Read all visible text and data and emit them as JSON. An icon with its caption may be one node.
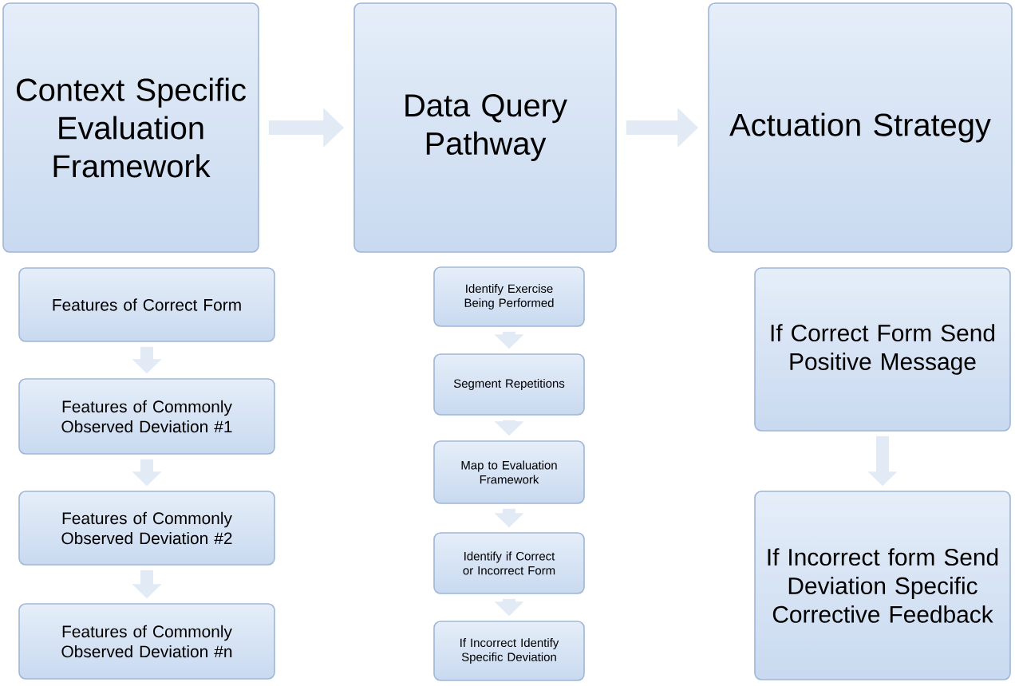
{
  "diagram": {
    "nodes": [
      {
        "text": [
          "Context Specific Evaluation Framework"
        ]
      },
      {
        "text": [
          "Data Query Pathway"
        ]
      },
      {
        "text": [
          "Actuation Strategy"
        ]
      },
      {
        "text": [
          "Features of Correct Form"
        ]
      },
      {
        "text": [
          "Features of Commonly Observed Deviation #1"
        ]
      },
      {
        "text": [
          "Features of Commonly Observed Deviation #2"
        ]
      },
      {
        "text": [
          "Features of Commonly Observed Deviation #n"
        ]
      },
      {
        "text": [
          "Identify Exercise Being Performed"
        ]
      },
      {
        "text": [
          "Segment Repetitions"
        ]
      },
      {
        "text": [
          "Map to Evaluation Framework"
        ]
      },
      {
        "text": [
          "Identify if Correct or Incorrect Form"
        ]
      },
      {
        "text": [
          "If Incorrect Identify Specific Deviation"
        ]
      },
      {
        "text": [
          "If Correct Form Send Positive Message"
        ]
      },
      {
        "text": [
          "If Incorrect form Send Deviation Specific Corrective Feedback"
        ]
      }
    ],
    "edges": [
      {
        "from": 0,
        "to": 1,
        "arrow": "to"
      },
      {
        "from": 1,
        "to": 2,
        "arrow": "to"
      },
      {
        "from": 3,
        "to": 4,
        "arrow": "to"
      },
      {
        "from": 4,
        "to": 5,
        "arrow": "to"
      },
      {
        "from": 5,
        "to": 6,
        "arrow": "to"
      },
      {
        "from": 7,
        "to": 8,
        "arrow": "to"
      },
      {
        "from": 8,
        "to": 9,
        "arrow": "to"
      },
      {
        "from": 9,
        "to": 10,
        "arrow": "to"
      },
      {
        "from": 10,
        "to": 11,
        "arrow": "to"
      },
      {
        "from": 12,
        "to": 13,
        "arrow": "to"
      }
    ]
  }
}
